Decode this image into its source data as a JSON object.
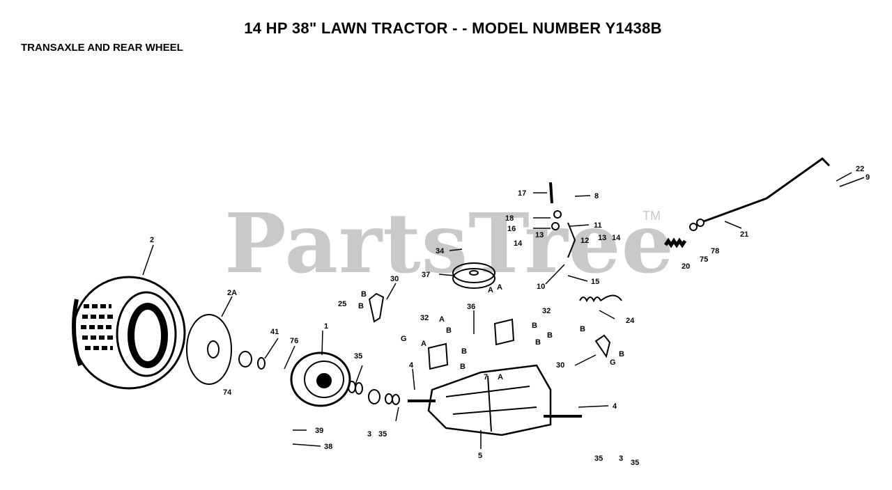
{
  "header": {
    "title": "14 HP 38\" LAWN TRACTOR - - MODEL NUMBER Y1438B",
    "subtitle": "TRANSAXLE AND REAR WHEEL"
  },
  "watermark": {
    "text": "PartsTree",
    "tm": "TM"
  },
  "callouts": [
    {
      "id": "c2",
      "label": "2"
    },
    {
      "id": "c2a",
      "label": "2A"
    },
    {
      "id": "c74",
      "label": "74"
    },
    {
      "id": "c41",
      "label": "41"
    },
    {
      "id": "c76",
      "label": "76"
    },
    {
      "id": "c1",
      "label": "1"
    },
    {
      "id": "c35a",
      "label": "35"
    },
    {
      "id": "c3a",
      "label": "3"
    },
    {
      "id": "c35b",
      "label": "35"
    },
    {
      "id": "c39",
      "label": "39"
    },
    {
      "id": "c38",
      "label": "38"
    },
    {
      "id": "c25",
      "label": "25"
    },
    {
      "id": "c30a",
      "label": "30"
    },
    {
      "id": "cB1",
      "label": "B"
    },
    {
      "id": "cB2",
      "label": "B"
    },
    {
      "id": "cG1",
      "label": "G"
    },
    {
      "id": "c34",
      "label": "34"
    },
    {
      "id": "c37",
      "label": "37"
    },
    {
      "id": "c36",
      "label": "36"
    },
    {
      "id": "c32a",
      "label": "32"
    },
    {
      "id": "cA1",
      "label": "A"
    },
    {
      "id": "cB3",
      "label": "B"
    },
    {
      "id": "cA2",
      "label": "A"
    },
    {
      "id": "cB4",
      "label": "B"
    },
    {
      "id": "cB5",
      "label": "B"
    },
    {
      "id": "c4a",
      "label": "4"
    },
    {
      "id": "c7",
      "label": "7"
    },
    {
      "id": "cA3",
      "label": "A"
    },
    {
      "id": "cA4",
      "label": "A"
    },
    {
      "id": "cA5",
      "label": "A"
    },
    {
      "id": "c32b",
      "label": "32"
    },
    {
      "id": "cB6",
      "label": "B"
    },
    {
      "id": "cB7",
      "label": "B"
    },
    {
      "id": "cB8",
      "label": "B"
    },
    {
      "id": "c17",
      "label": "17"
    },
    {
      "id": "c8",
      "label": "8"
    },
    {
      "id": "c18",
      "label": "18"
    },
    {
      "id": "c16",
      "label": "16"
    },
    {
      "id": "c11",
      "label": "11"
    },
    {
      "id": "c13a",
      "label": "13"
    },
    {
      "id": "c14a",
      "label": "14"
    },
    {
      "id": "c12",
      "label": "12"
    },
    {
      "id": "c13b",
      "label": "13"
    },
    {
      "id": "c14b",
      "label": "14"
    },
    {
      "id": "c10",
      "label": "10"
    },
    {
      "id": "c15",
      "label": "15"
    },
    {
      "id": "c24",
      "label": "24"
    },
    {
      "id": "cB9",
      "label": "B"
    },
    {
      "id": "cB10",
      "label": "B"
    },
    {
      "id": "cG2",
      "label": "G"
    },
    {
      "id": "c30b",
      "label": "30"
    },
    {
      "id": "c4b",
      "label": "4"
    },
    {
      "id": "c5",
      "label": "5"
    },
    {
      "id": "c35c",
      "label": "35"
    },
    {
      "id": "c3b",
      "label": "3"
    },
    {
      "id": "c35d",
      "label": "35"
    },
    {
      "id": "c20",
      "label": "20"
    },
    {
      "id": "c75",
      "label": "75"
    },
    {
      "id": "c78",
      "label": "78"
    },
    {
      "id": "c21",
      "label": "21"
    },
    {
      "id": "c22",
      "label": "22"
    },
    {
      "id": "c9",
      "label": "9"
    }
  ]
}
